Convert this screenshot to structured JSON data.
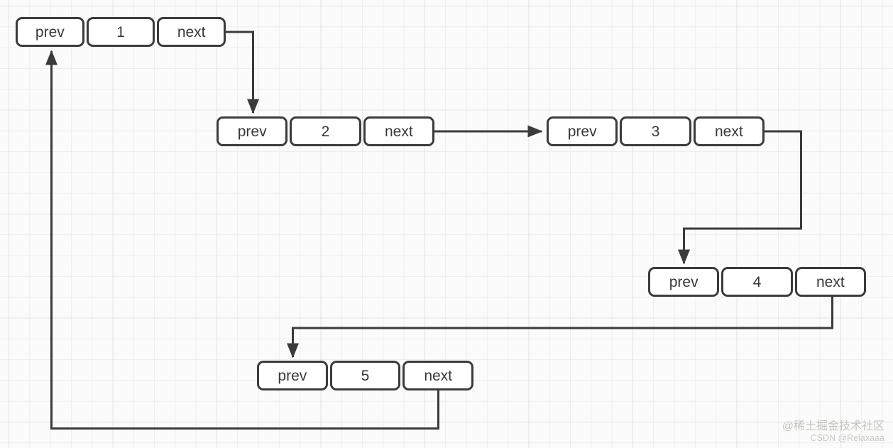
{
  "diagram": {
    "type": "circular-doubly-linked-list",
    "nodes": [
      {
        "prev": "prev",
        "value": "1",
        "next": "next"
      },
      {
        "prev": "prev",
        "value": "2",
        "next": "next"
      },
      {
        "prev": "prev",
        "value": "3",
        "next": "next"
      },
      {
        "prev": "prev",
        "value": "4",
        "next": "next"
      },
      {
        "prev": "prev",
        "value": "5",
        "next": "next"
      }
    ],
    "edges": [
      {
        "from": "node-1-next",
        "to": "node-2-prev"
      },
      {
        "from": "node-2-next",
        "to": "node-3-prev"
      },
      {
        "from": "node-3-next",
        "to": "node-4-prev"
      },
      {
        "from": "node-4-next",
        "to": "node-5-prev"
      },
      {
        "from": "node-5-next",
        "to": "node-1-prev"
      }
    ],
    "colors": {
      "stroke": "#3b3b3b",
      "cell_fill": "#ffffff",
      "text": "#383838",
      "grid_minor": "#ededed",
      "grid_major": "#e4e4e4",
      "background": "#fbfbfb",
      "watermark": "#c7c4bf"
    }
  },
  "watermark": {
    "line1": "@稀土掘金技术社区",
    "line2": "CSDN @Relaxaaa"
  }
}
